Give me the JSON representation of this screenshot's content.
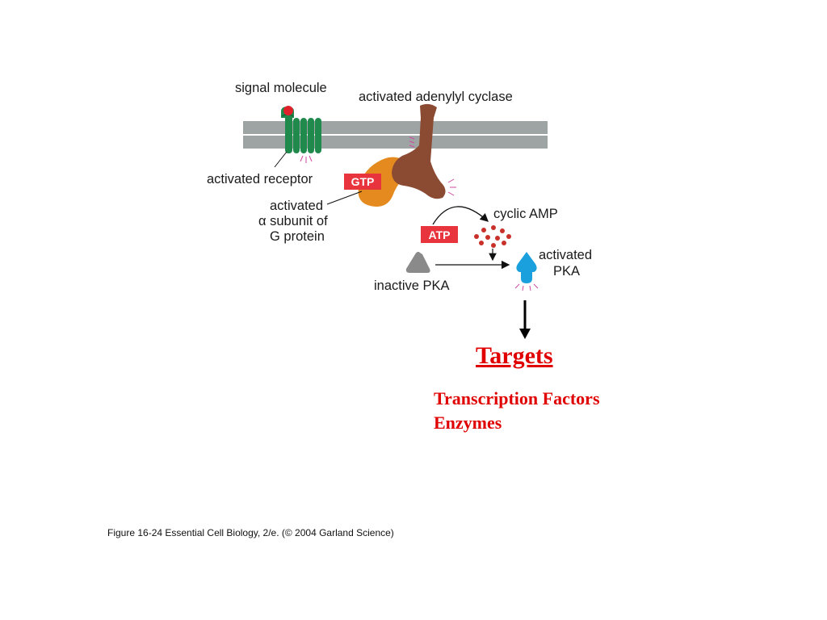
{
  "labels": {
    "signal_molecule": "signal molecule",
    "adenylyl_cyclase": "activated adenylyl cyclase",
    "receptor": "activated receptor",
    "alpha_line1": "activated",
    "alpha_line2": "α subunit of",
    "alpha_line3": "G protein",
    "cyclic_amp": "cyclic AMP",
    "activated_pka_line1": "activated",
    "activated_pka_line2": "PKA",
    "inactive_pka": "inactive PKA"
  },
  "badges": {
    "gtp": "GTP",
    "atp": "ATP"
  },
  "targets": {
    "title": "Targets",
    "items": [
      "Transcription Factors",
      "Enzymes"
    ]
  },
  "caption": "Figure 16-24  Essential Cell Biology, 2/e. (© 2004 Garland Science)",
  "colors": {
    "membrane": "#9ea3a3",
    "receptor": "#1f8a4c",
    "signal": "#e0202a",
    "g_alpha": "#e48a1e",
    "cyclase": "#8b4b33",
    "badge": "#e8343c",
    "camp": "#c8302a",
    "inactive_pka": "#8a8a8a",
    "active_pka": "#1aa0dc",
    "targets_text": "#e00000",
    "activation_ticks": "#d04aa0"
  }
}
